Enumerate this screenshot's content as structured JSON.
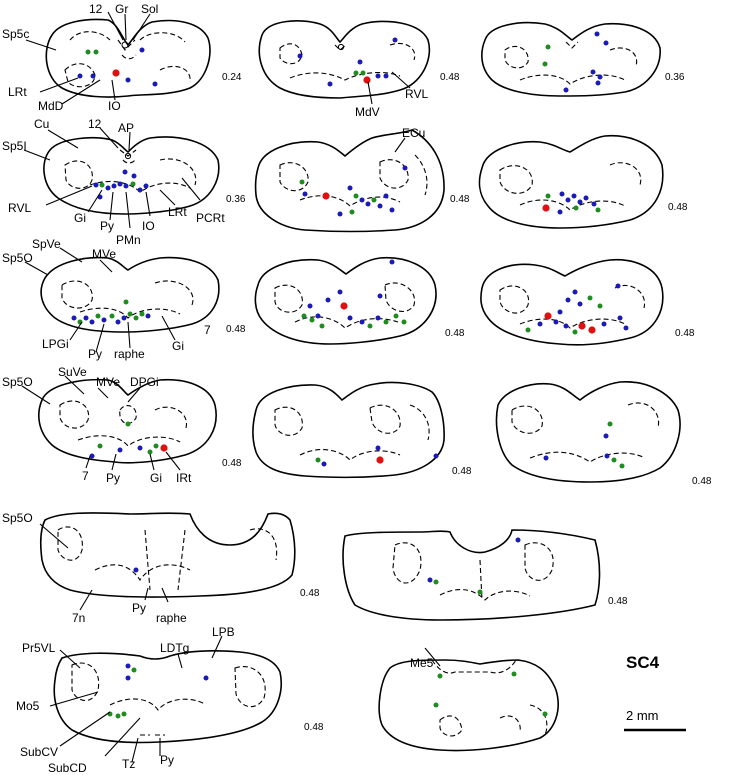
{
  "figure_id": "SC4",
  "scale_bar": "2 mm",
  "colors": {
    "blue": "#1a1ab8",
    "green": "#1e8c1e",
    "red": "#e01010"
  },
  "sections": [
    {
      "value": "0.24",
      "labels": [
        "12",
        "Gr",
        "Sol",
        "Sp5c",
        "LRt",
        "MdD",
        "IO"
      ]
    },
    {
      "value": "0.48",
      "labels": [
        "RVL",
        "MdV"
      ]
    },
    {
      "value": "0.36",
      "labels": []
    },
    {
      "value": "0.36",
      "labels": [
        "Cu",
        "12",
        "AP",
        "Sp5I",
        "RVL",
        "Gi",
        "Py",
        "PMn",
        "IO",
        "LRt",
        "PCRt"
      ]
    },
    {
      "value": "0.48",
      "labels": [
        "ECu"
      ]
    },
    {
      "value": "0.48",
      "labels": []
    },
    {
      "value": "0.48",
      "labels": [
        "SpVe",
        "MVe",
        "Sp5O",
        "LPGi",
        "Py",
        "raphe",
        "Gi",
        "7"
      ]
    },
    {
      "value": "0.48",
      "labels": []
    },
    {
      "value": "0.48",
      "labels": []
    },
    {
      "value": "0.48",
      "labels": [
        "Sp5O",
        "SuVe",
        "MVe",
        "DPGi",
        "7",
        "Py",
        "Gi",
        "IRt"
      ]
    },
    {
      "value": "0.48",
      "labels": []
    },
    {
      "value": "0.48",
      "labels": []
    },
    {
      "value": "0.48",
      "labels": [
        "Sp5O",
        "7n",
        "Py",
        "raphe"
      ]
    },
    {
      "value": "0.48",
      "labels": []
    },
    {
      "value": "0.48",
      "labels": [
        "Pr5VL",
        "LDTg",
        "LPB",
        "Mo5",
        "SubCV",
        "SubCD",
        "Tz",
        "Py"
      ]
    },
    {
      "value": "",
      "labels": [
        "Me5"
      ]
    }
  ]
}
